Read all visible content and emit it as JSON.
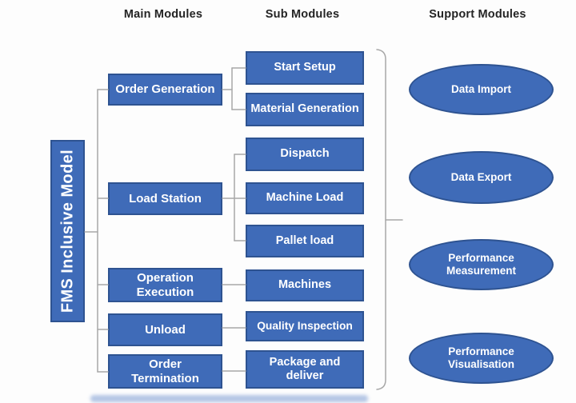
{
  "headers": {
    "main": "Main Modules",
    "sub": "Sub Modules",
    "support": "Support Modules"
  },
  "root": {
    "label": "FMS Inclusive Model"
  },
  "main_modules": [
    {
      "label": "Order Generation"
    },
    {
      "label": "Load Station"
    },
    {
      "label": "Operation Execution"
    },
    {
      "label": "Unload"
    },
    {
      "label": "Order Termination"
    }
  ],
  "sub_modules": [
    {
      "label": "Start Setup"
    },
    {
      "label": "Material Generation"
    },
    {
      "label": "Dispatch"
    },
    {
      "label": "Machine Load"
    },
    {
      "label": "Pallet load"
    },
    {
      "label": "Machines"
    },
    {
      "label": "Quality Inspection"
    },
    {
      "label": "Package and deliver"
    }
  ],
  "support_modules": [
    {
      "label": "Data Import"
    },
    {
      "label": "Data Export"
    },
    {
      "label": "Performance Measurement"
    },
    {
      "label": "Performance Visualisation"
    }
  ],
  "colors": {
    "box_fill": "#3f6bb8",
    "box_border": "#2e5391",
    "box_text": "#ffffff",
    "connector": "#a8a8a8",
    "header_text": "#242424"
  }
}
